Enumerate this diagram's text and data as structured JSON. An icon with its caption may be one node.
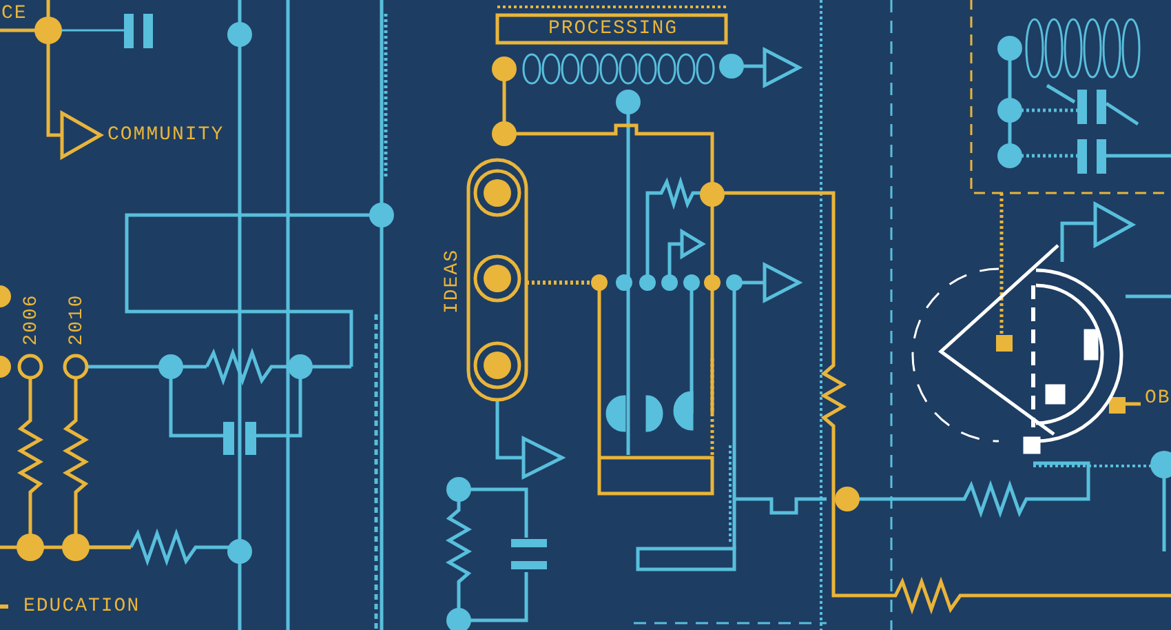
{
  "diagram": {
    "labels": [
      "CE",
      "COMMUNITY",
      "PROCESSING",
      "IDEAS",
      "2006",
      "2010",
      "EDUCATION",
      "OB"
    ]
  }
}
